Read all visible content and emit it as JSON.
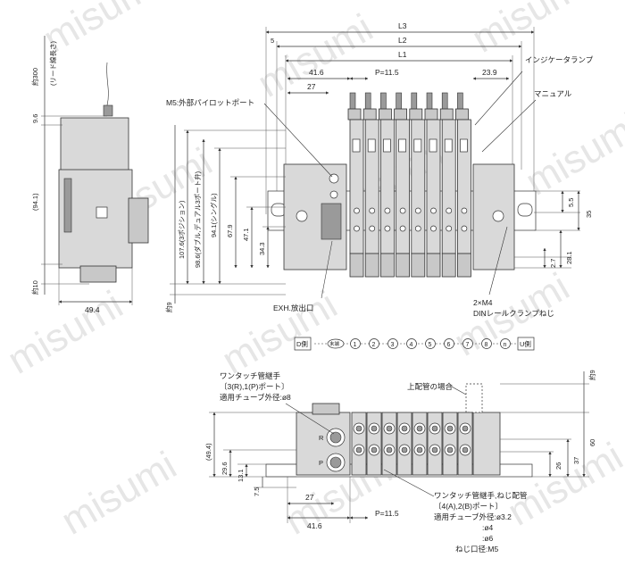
{
  "watermark": "misumi",
  "top_dims": {
    "L3": "L3",
    "L2": "L2",
    "L1": "L1",
    "d5": "5",
    "d41_6": "41.6",
    "pitch": "P=11.5",
    "d23_9": "23.9",
    "d27": "27"
  },
  "callouts": {
    "indicator": "インジケータランプ",
    "manual": "マニュアル",
    "pilot_port": "M5:外部パイロットポート",
    "exh": "EXH.放出口",
    "din_qty": "2×M4",
    "din_clamp": "DINレールクランプねじ"
  },
  "left_dims": {
    "lead_len": "約300",
    "lead_note": "(リード線長さ)",
    "d9_6": "9.6",
    "d94_1": "(94.1)",
    "d10": "約10",
    "d49_4": "49.4"
  },
  "height_dims": {
    "d9": "約9",
    "d107_6": "107.6(3ポジション)",
    "d98_6": "98.6(ダブル,デュアル3ポート弁)",
    "d94_1s": "94.1(シングル)",
    "d67_9": "67.9",
    "d47_1": "47.1",
    "d34_3": "34.3"
  },
  "right_dims": {
    "d5_5": "5.5",
    "d35": "35",
    "d2_7": "2.7",
    "d28_1": "28.1"
  },
  "station_row": {
    "d_side": "D側",
    "u_side": "U側",
    "end": "末端",
    "stations": [
      "1",
      "2",
      "3",
      "4",
      "5",
      "6",
      "7",
      "8",
      "n"
    ]
  },
  "bottom_view": {
    "onetouch_title": "ワンタッチ管継手",
    "ports": "〔3(R),1(P)ポート〕",
    "tube": "適用チューブ外径:ø8",
    "upper_piping": "上配管の場合",
    "d9": "約9",
    "d49_4": "(49.4)",
    "d29_6": "29.6",
    "d13_1": "13.1",
    "d7_5": "7.5",
    "d27": "27",
    "d41_6": "41.6",
    "pitch": "P=11.5",
    "d60": "60",
    "d37": "37",
    "d26": "26",
    "label_r": "R",
    "label_p": "P",
    "fitting_title": "ワンタッチ管継手,ねじ配管",
    "fitting_ports": "〔4(A),2(B)ポート〕",
    "fitting_tube": "適用チューブ外径:ø3.2",
    "fitting_d4": ":ø4",
    "fitting_d6": ":ø6",
    "fitting_thread": "ねじ口径:M5"
  }
}
